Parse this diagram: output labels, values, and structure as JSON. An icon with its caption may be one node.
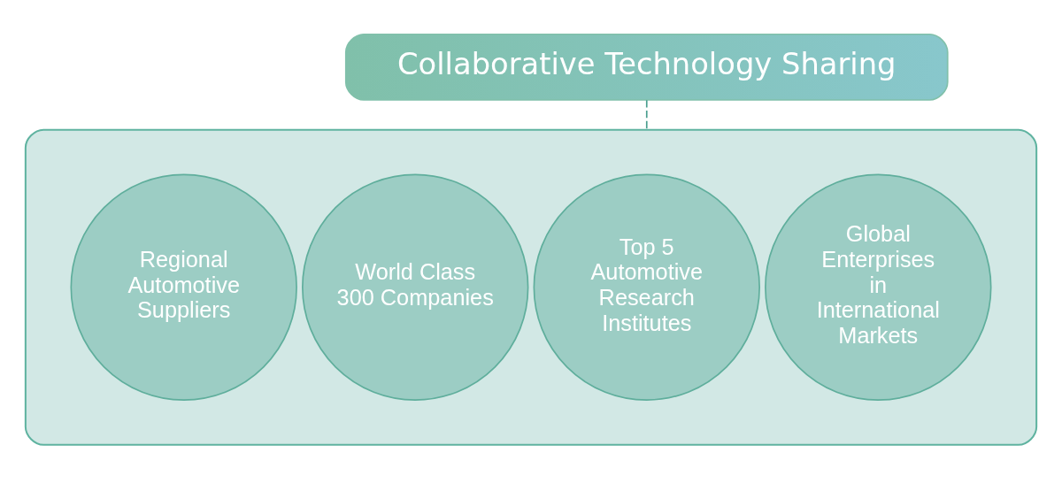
{
  "diagram": {
    "nodes": [
      {
        "text": [
          "Collaborative Technology Sharing"
        ]
      },
      {
        "text": [],
        "shape": "box"
      },
      {
        "text": [
          "Regional Automotive Suppliers"
        ],
        "in": 1
      },
      {
        "text": [
          "World Class 300 Companies"
        ],
        "in": 1
      },
      {
        "text": [
          "Top 5 Automotive Research Institutes"
        ],
        "in": 1
      },
      {
        "text": [
          "Global Enterprises in International Markets"
        ],
        "in": 1
      }
    ],
    "edges": [
      {
        "from": 0,
        "to": 1,
        "arrow": "none",
        "style": "dashed"
      }
    ]
  }
}
